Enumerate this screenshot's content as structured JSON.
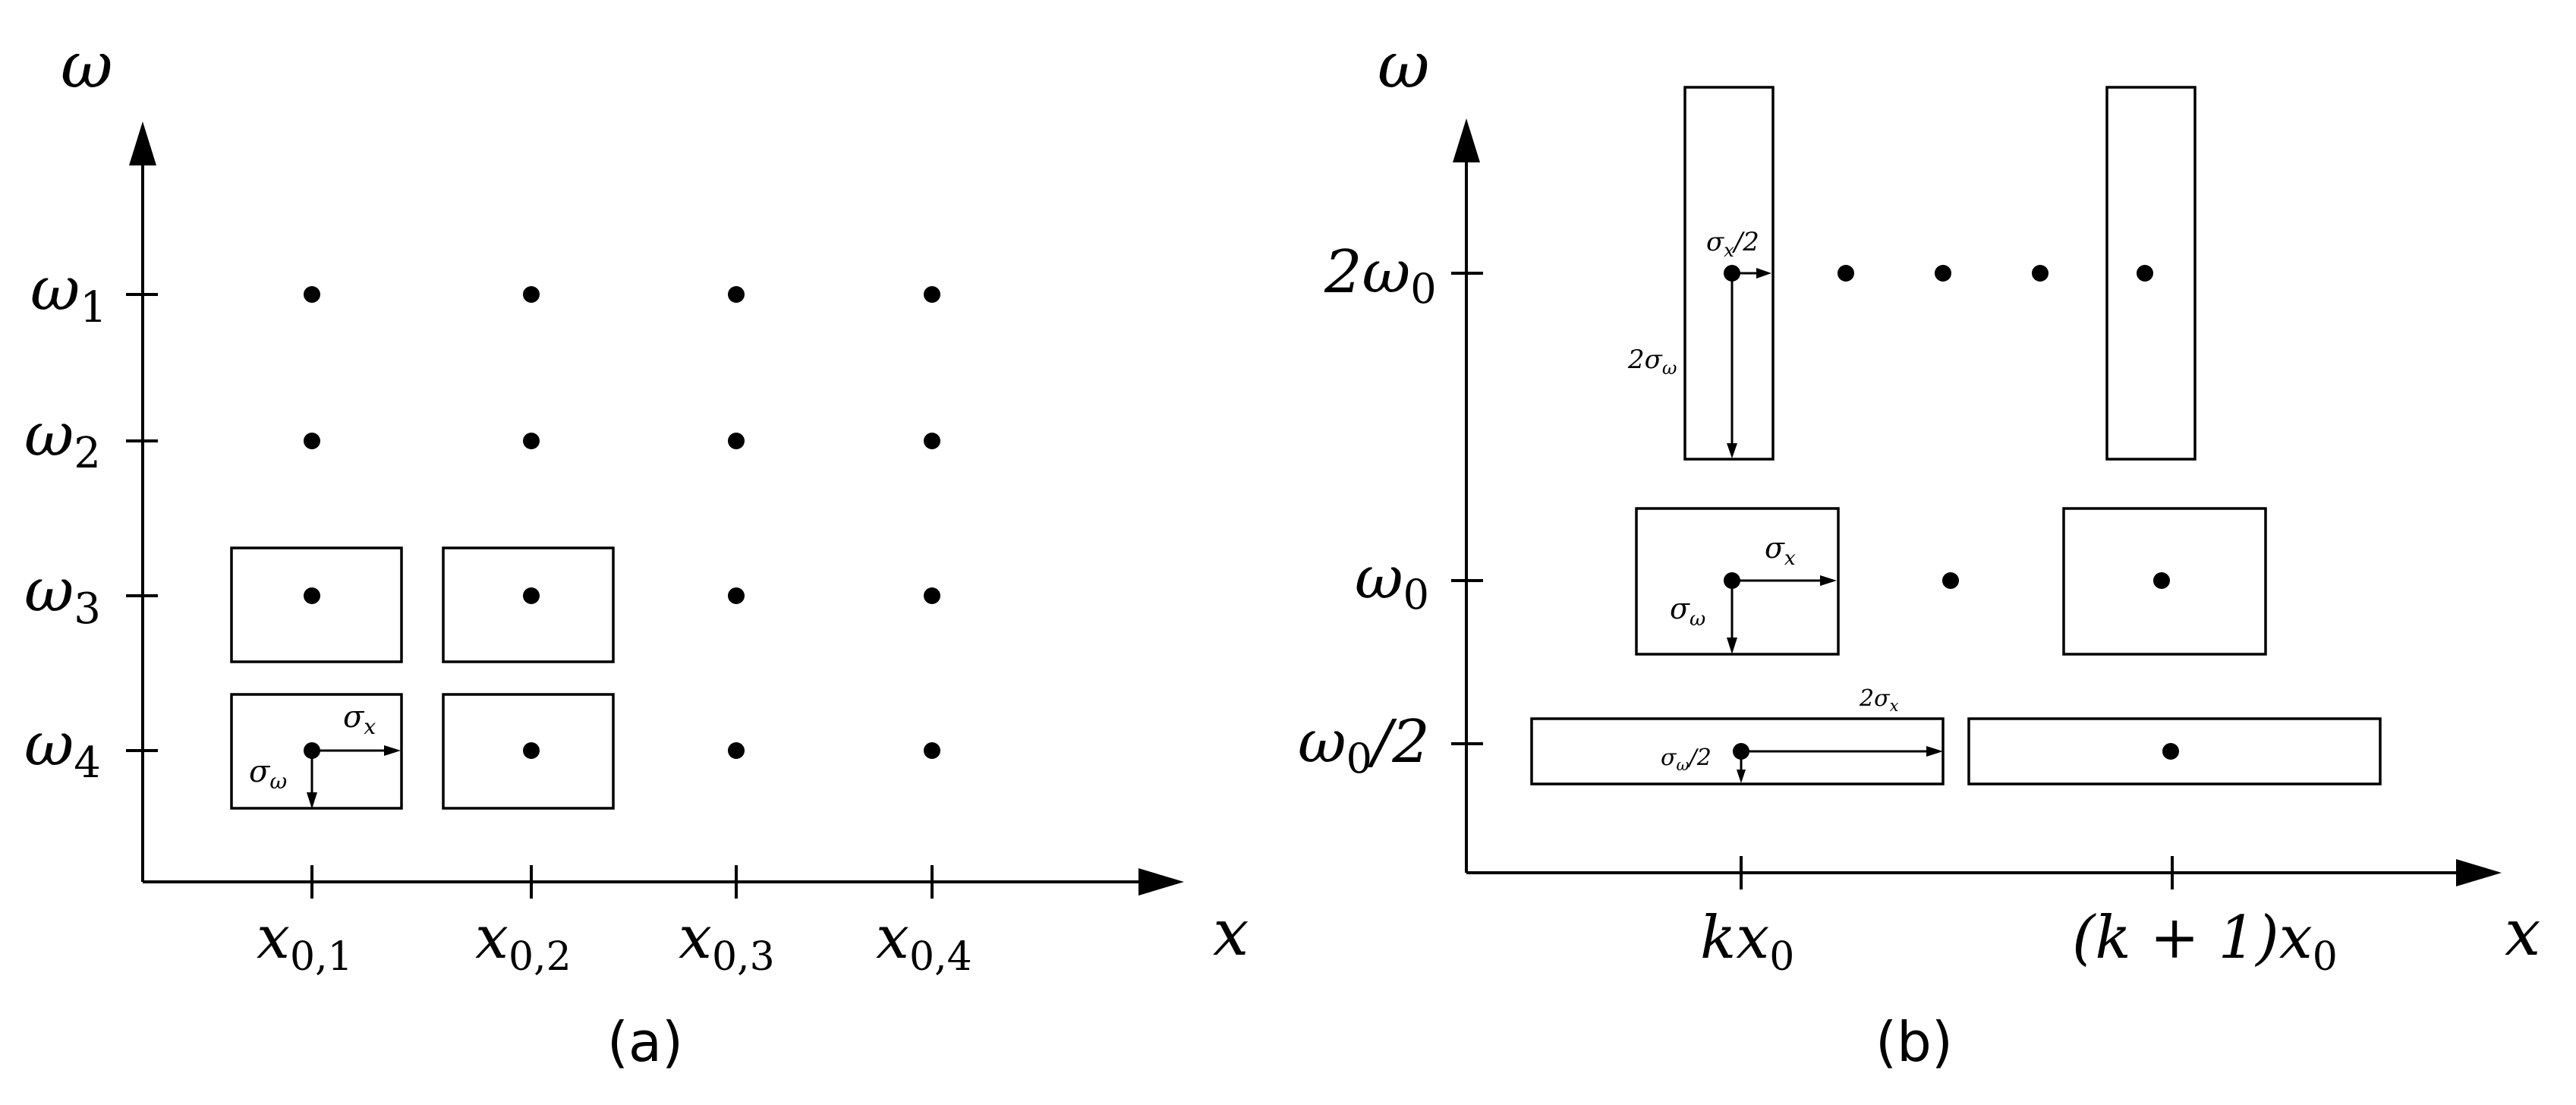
{
  "panel_a": {
    "caption": "(a)",
    "y_axis": {
      "symbol": "ω"
    },
    "x_axis": {
      "symbol": "x"
    },
    "y_ticks": [
      {
        "base": "ω",
        "sub": "1"
      },
      {
        "base": "ω",
        "sub": "2"
      },
      {
        "base": "ω",
        "sub": "3"
      },
      {
        "base": "ω",
        "sub": "4"
      }
    ],
    "x_ticks": [
      {
        "base": "x",
        "sub": "0,1"
      },
      {
        "base": "x",
        "sub": "0,2"
      },
      {
        "base": "x",
        "sub": "0,3"
      },
      {
        "base": "x",
        "sub": "0,4"
      }
    ],
    "sigma_x": {
      "base": "σ",
      "sub": "x"
    },
    "sigma_w": {
      "base": "σ",
      "sub": "ω"
    }
  },
  "panel_b": {
    "caption": "(b)",
    "y_axis": {
      "symbol": "ω"
    },
    "x_axis": {
      "symbol": "x"
    },
    "y_ticks": [
      {
        "pre": "2ω",
        "sub": "0",
        "post": ""
      },
      {
        "pre": "ω",
        "sub": "0",
        "post": ""
      },
      {
        "pre": "ω",
        "sub": "0",
        "post": "/2"
      }
    ],
    "x_ticks": [
      {
        "pre": "kx",
        "sub": "0"
      },
      {
        "pre": "(k + 1)x",
        "sub": "0"
      }
    ],
    "top_sigma_x": {
      "base": "σ",
      "sub": "x",
      "post": "/2"
    },
    "top_sigma_w": {
      "pre": "2σ",
      "sub": "ω"
    },
    "mid_sigma_x": {
      "base": "σ",
      "sub": "x"
    },
    "mid_sigma_w": {
      "base": "σ",
      "sub": "ω"
    },
    "bot_sigma_x": {
      "pre": "2σ",
      "sub": "x"
    },
    "bot_sigma_w": {
      "base": "σ",
      "sub": "ω",
      "post": "/2"
    }
  }
}
